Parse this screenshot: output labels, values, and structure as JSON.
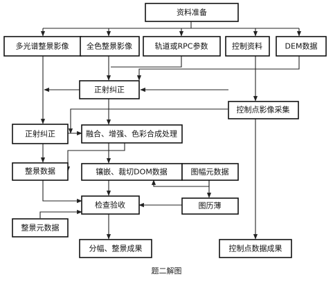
{
  "diagram": {
    "nodes": {
      "prep": "资料准备",
      "multispectral": "多光谱整景影像",
      "panchromatic": "全色整景影像",
      "orbit_rpc": "轨道或RPC参数",
      "control_data": "控制资料",
      "dem_data": "DEM数据",
      "ortho_top": "正射纠正",
      "control_point_collection": "控制点影像采集",
      "ortho_left": "正射纠正",
      "fusion": "融合、增强、色彩合成处理",
      "scene_data": "整景数据",
      "mosaic_dom": "镶嵌、裁切DOM数据",
      "sheet_metadata": "图幅元数据",
      "inspection": "检查验收",
      "history_book": "图历薄",
      "scene_metadata": "整景元数据",
      "output_sheets": "分幅、整景成果",
      "output_control_points": "控制点数据成果"
    },
    "caption": "题二解图"
  }
}
